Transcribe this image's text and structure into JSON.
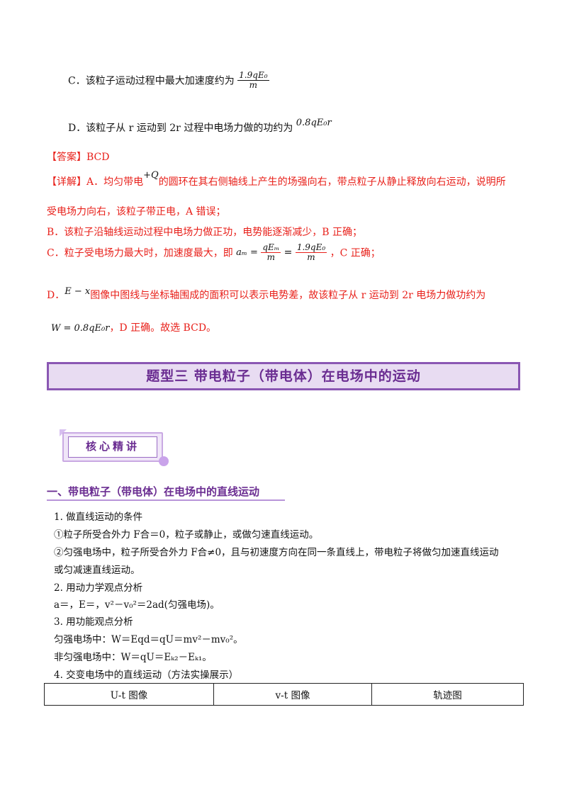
{
  "option_c": {
    "text": "C．该粒子运动过程中最大加速度约为",
    "frac_num": "1.9qE₀",
    "frac_den": "m"
  },
  "option_d": {
    "text": "D．该粒子从 r 运动到 2r 过程中电场力做的功约为",
    "value": "0.8qE₀r"
  },
  "answer": {
    "label": "【答案】",
    "value": "BCD"
  },
  "detail": {
    "label": "【详解】",
    "line1_a": "A．均匀带电",
    "charge": "+Q",
    "line1_b": "的圆环在其右侧轴线上产生的场强向右，带点粒子从静止释放向右运动，说明所",
    "line2": "受电场力向右，该粒子带正电，A 错误；",
    "line3": "B．该粒子沿轴线运动过程中电场力做正功，电势能逐渐减少，B 正确；",
    "line4_a": "C．粒子受电场力最大时，加速度最大，即",
    "line4_am": "aₘ =",
    "line4_f1_num": "qEₘ",
    "line4_f1_den": "m",
    "line4_eq": "=",
    "line4_f2_num": "1.9qE₀",
    "line4_f2_den": "m",
    "line4_b": "，C 正确；",
    "line5_a": "D．",
    "line5_ex": "E − x",
    "line5_b": "图像中图线与坐标轴围成的面积可以表示电势差，故该粒子从 r 运动到 2r 电场力做功约为",
    "line6_w": "W = 0.8qE₀r",
    "line6_b": "，D 正确。故选 BCD。"
  },
  "section_title": "题型三 带电粒子（带电体）在电场中的运动",
  "badge_label": "核心精讲",
  "heading1": "一、带电粒子（带电体）在电场中的直线运动",
  "lines": [
    "1. 做直线运动的条件",
    "①粒子所受合外力 F合＝0，粒子或静止，或做匀速直线运动。",
    "②匀强电场中，粒子所受合外力 F合≠0，且与初速度方向在同一条直线上，带电粒子将做匀加速直线运动",
    "或匀减速直线运动。",
    "2. 用动力学观点分析",
    "a＝，E＝，v²－v₀²＝2ad(匀强电场)。",
    "3. 用功能观点分析",
    "匀强电场中：W＝Eqd＝qU＝mv²－mv₀²。",
    "非匀强电场中：W＝qU＝Eₖ₂－Eₖ₁。",
    "4. 交变电场中的直线运动（方法实操展示）"
  ],
  "table_headers": [
    "U-t 图像",
    "v-t 图像",
    "轨迹图"
  ]
}
